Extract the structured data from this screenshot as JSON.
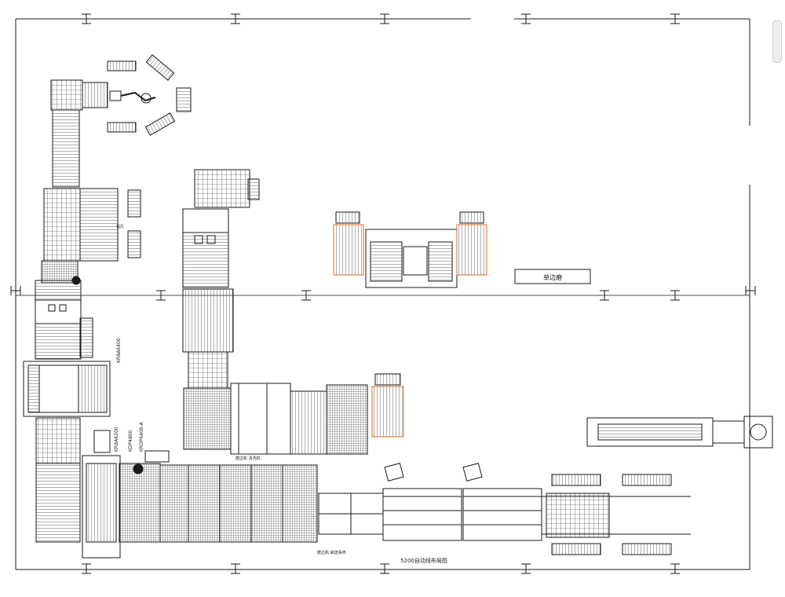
{
  "colors": {
    "line": "#1a1a1a",
    "accent": "#e06a1c",
    "paper": "#ffffff"
  },
  "labels": {
    "legend_box": "单边磨",
    "bottom_title": "5200自动线布局图",
    "side_vertical_a": "KRBA6400",
    "side_vertical_b": "KRBA6200",
    "side_vertical_c": "KDP4800",
    "side_vertical_d": "KRDP6400-A",
    "mid_text_1": "钻孔",
    "mid_text_2": "磨边机 清洗机",
    "bottom_note": "磨边机 输送系统"
  },
  "icons": {
    "scrollbar": "scrollbar-thumb",
    "robot_upper": "robot-arm-icon",
    "fan_rack": "glass-rack-icon"
  }
}
